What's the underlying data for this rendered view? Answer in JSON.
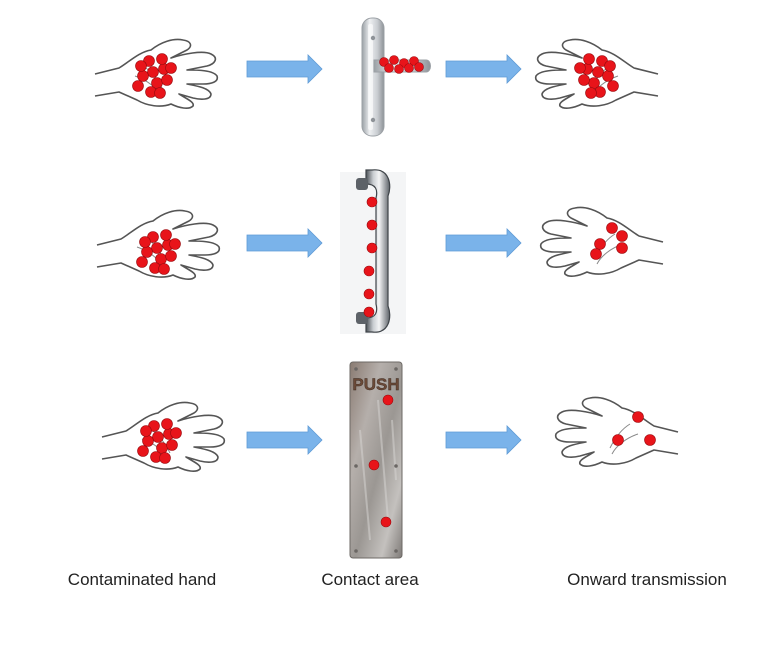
{
  "captions": {
    "contaminated_hand": "Contaminated hand",
    "contact_area": "Contact area",
    "onward_transmission": "Onward transmission"
  },
  "plate": {
    "text": "PUSH"
  },
  "colors": {
    "germ": "#e8141a",
    "arrow": "#7ab3ea",
    "hand_outline": "#555555",
    "steel_light": "#e6e8ea",
    "steel_dark": "#7d8287"
  },
  "rows": [
    {
      "surface": "lever handle",
      "germs_on_source_hand": 12,
      "germs_on_surface": 8,
      "germs_on_receiving_hand": 12
    },
    {
      "surface": "pull bar",
      "germs_on_source_hand": 12,
      "germs_on_surface": 6,
      "germs_on_receiving_hand": 5
    },
    {
      "surface": "push plate",
      "germs_on_source_hand": 12,
      "germs_on_surface": 3,
      "germs_on_receiving_hand": 3
    }
  ]
}
